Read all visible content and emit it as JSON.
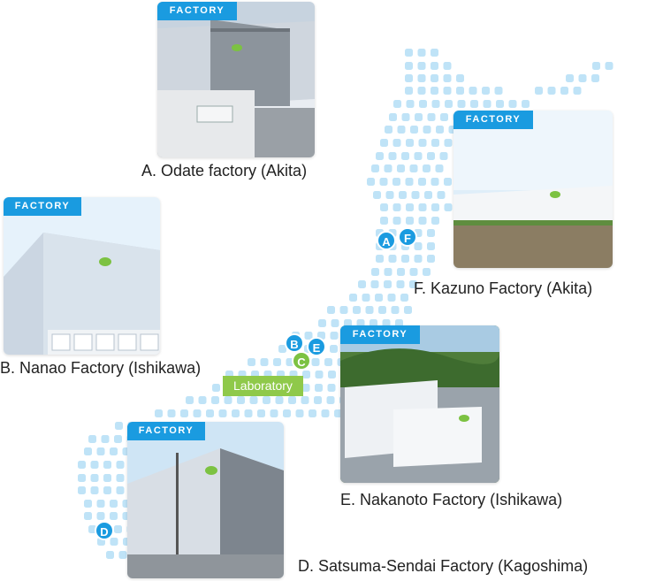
{
  "tag_label": "FACTORY",
  "colors": {
    "tag": "#1a9be0",
    "dot": "#bfe3f7",
    "marker_blue": "#1a9be0",
    "marker_green": "#7cc242",
    "lab": "#8fc94a"
  },
  "factories": [
    {
      "key": "A",
      "caption": "A. Odate factory (Akita)"
    },
    {
      "key": "B",
      "caption": "B. Nanao Factory (Ishikawa)"
    },
    {
      "key": "D",
      "caption": "D. Satsuma-Sendai Factory (Kagoshima)"
    },
    {
      "key": "E",
      "caption": "E. Nakanoto Factory (Ishikawa)"
    },
    {
      "key": "F",
      "caption": "F. Kazuno Factory (Akita)"
    }
  ],
  "markers": {
    "a": "A",
    "f": "F",
    "b": "B",
    "e": "E",
    "c": "C",
    "d": "D"
  },
  "laboratory_label": "Laboratory"
}
